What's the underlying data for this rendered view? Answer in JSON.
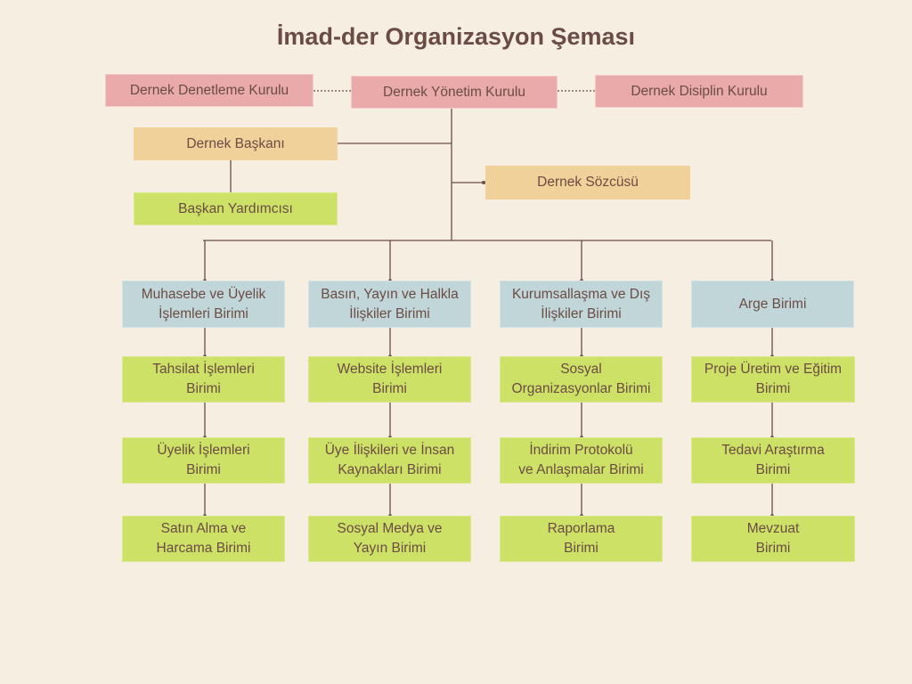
{
  "title": "İmad-der Organizasyon Şeması",
  "top": {
    "denetleme": "Dernek Denetleme Kurulu",
    "yonetim": "Dernek Yönetim Kurulu",
    "disiplin": "Dernek Disiplin Kurulu"
  },
  "baskan": "Dernek Başkanı",
  "baskan_yardimcisi": "Başkan Yardımcısı",
  "sozcu": "Dernek Sözcüsü",
  "columns": [
    {
      "head": "Muhasebe ve Üyelik\nİşlemleri Birimi",
      "units": [
        "Tahsilat İşlemleri\nBirimi",
        "Üyelik İşlemleri\nBirimi",
        "Satın Alma ve\nHarcama Birimi"
      ]
    },
    {
      "head": "Basın, Yayın ve Halkla\nİlişkiler Birimi",
      "units": [
        "Website İşlemleri\nBirimi",
        "Üye İlişkileri ve İnsan\nKaynakları Birimi",
        "Sosyal Medya ve\nYayın Birimi"
      ]
    },
    {
      "head": "Kurumsallaşma ve Dış\nİlişkiler Birimi",
      "units": [
        "Sosyal\nOrganizasyonlar Birimi",
        "İndirim Protokolü\nve Anlaşmalar Birimi",
        "Raporlama\nBirimi"
      ]
    },
    {
      "head": "Arge Birimi",
      "units": [
        "Proje Üretim ve Eğitim\nBirimi",
        "Tedavi Araştırma\nBirimi",
        "Mevzuat\nBirimi"
      ]
    }
  ]
}
